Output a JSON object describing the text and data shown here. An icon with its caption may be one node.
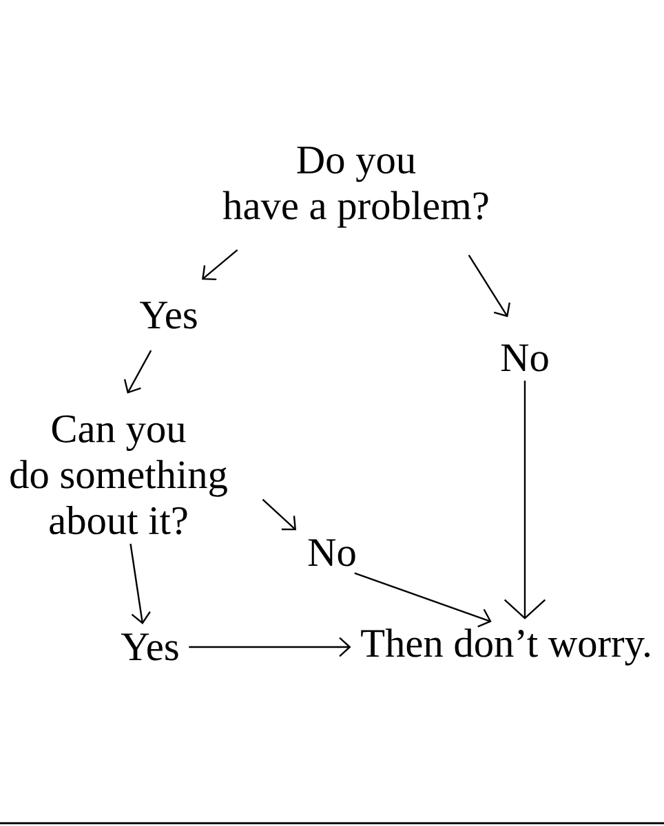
{
  "diagram": {
    "nodes": [
      {
        "text": [
          "Do you have a problem?"
        ]
      },
      {
        "text": [
          "Yes"
        ]
      },
      {
        "text": [
          "No"
        ]
      },
      {
        "text": [
          "Can you do something about it?"
        ]
      },
      {
        "text": [
          "No"
        ]
      },
      {
        "text": [
          "Yes"
        ]
      },
      {
        "text": [
          "Then don’t worry."
        ]
      }
    ],
    "edges": [
      {
        "from": 0,
        "to": 1,
        "arrow": "to"
      },
      {
        "from": 0,
        "to": 2,
        "arrow": "to"
      },
      {
        "from": 1,
        "to": 3,
        "arrow": "to"
      },
      {
        "from": 3,
        "to": 4,
        "arrow": "to"
      },
      {
        "from": 3,
        "to": 5,
        "arrow": "to"
      },
      {
        "from": 4,
        "to": 6,
        "arrow": "to"
      },
      {
        "from": 2,
        "to": 6,
        "arrow": "to"
      },
      {
        "from": 5,
        "to": 6,
        "arrow": "to"
      }
    ]
  }
}
